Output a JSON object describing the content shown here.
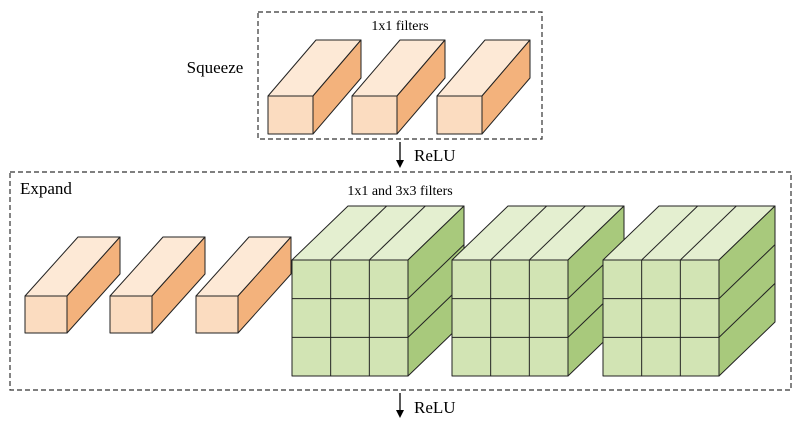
{
  "squeeze": {
    "label": "Squeeze",
    "filters_label": "1x1 filters"
  },
  "expand": {
    "label": "Expand",
    "filters_label": "1x1 and 3x3 filters"
  },
  "activation_1": "ReLU",
  "activation_2": "ReLU",
  "colors": {
    "filter_1x1_front": "#fbdcc0",
    "filter_1x1_top": "#fde9d6",
    "filter_1x1_side": "#f3b27c",
    "filter_3x3_front": "#d2e4b4",
    "filter_3x3_top": "#e4efd0",
    "filter_3x3_side": "#a8c97c",
    "outline": "#222222"
  },
  "icons": [
    "arrow-down-icon"
  ]
}
